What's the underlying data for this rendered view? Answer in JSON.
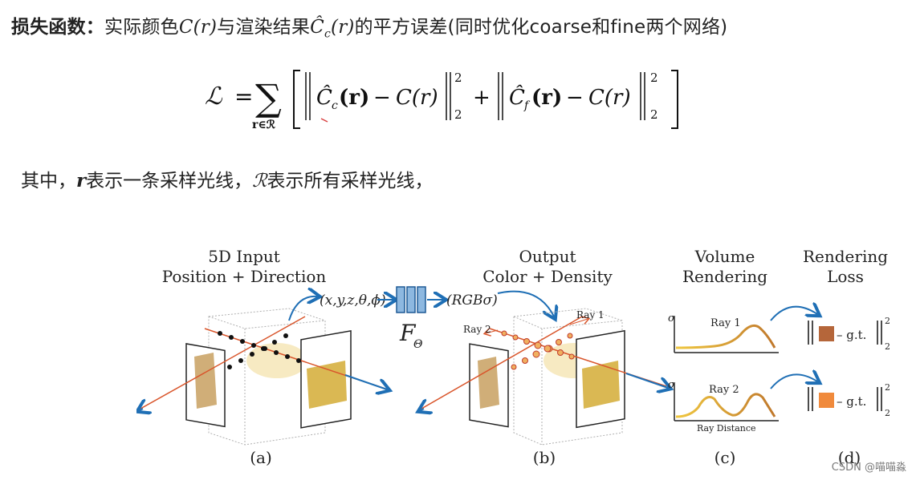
{
  "heading": {
    "bold_label": "损失函数：",
    "text_1": "实际颜色",
    "math_1": "C(r)",
    "text_2": "与渲染结果",
    "math_2": "Ĉ",
    "math_2_sub": "c",
    "math_2_arg": "(r)",
    "text_3": "的平方误差(同时优化coarse和fine两个网络)"
  },
  "formula": {
    "lhs": "ℒ",
    "equals": "=",
    "sum": "∑",
    "sum_sub": "r∈ℛ",
    "term1_sub": "c",
    "term2_sub": "f",
    "arg": "(r)",
    "minus": "−",
    "rhs_fn": "C(r)",
    "plus": "+",
    "sup": "2",
    "norm_sub": "2",
    "hat_c": "Ĉ"
  },
  "note": {
    "prefix": "其中，",
    "r_symbol": "r",
    "text_1": "表示一条采样光线，",
    "R_symbol": "ℛ",
    "text_2": "表示所有采样光线，"
  },
  "figure": {
    "panel_a_title_1": "5D Input",
    "panel_a_title_2": "Position + Direction",
    "input_tuple": "(x,y,z,θ,ϕ)",
    "network_label": "F",
    "network_sub": "Θ",
    "output_tuple": "(RGBσ)",
    "panel_b_title_1": "Output",
    "panel_b_title_2": "Color + Density",
    "ray1": "Ray 1",
    "ray2": "Ray 2",
    "panel_c_title_1": "Volume",
    "panel_c_title_2": "Rendering",
    "sigma": "σ",
    "ray_distance": "Ray Distance",
    "panel_d_title_1": "Rendering",
    "panel_d_title_2": "Loss",
    "gt": "– g.t.",
    "sup": "2",
    "sub": "2",
    "label_a": "(a)",
    "label_b": "(b)",
    "label_c": "(c)",
    "label_d": "(d)",
    "colors": {
      "ray_orange": "#d9552b",
      "arrow_blue": "#1f6fb5",
      "network_blue": "#6aa5d9",
      "square_1": "#b5663a",
      "square_2": "#f08a3c",
      "curve_yellow": "#e8b43a"
    }
  },
  "watermark": "CSDN @喵喵淼"
}
